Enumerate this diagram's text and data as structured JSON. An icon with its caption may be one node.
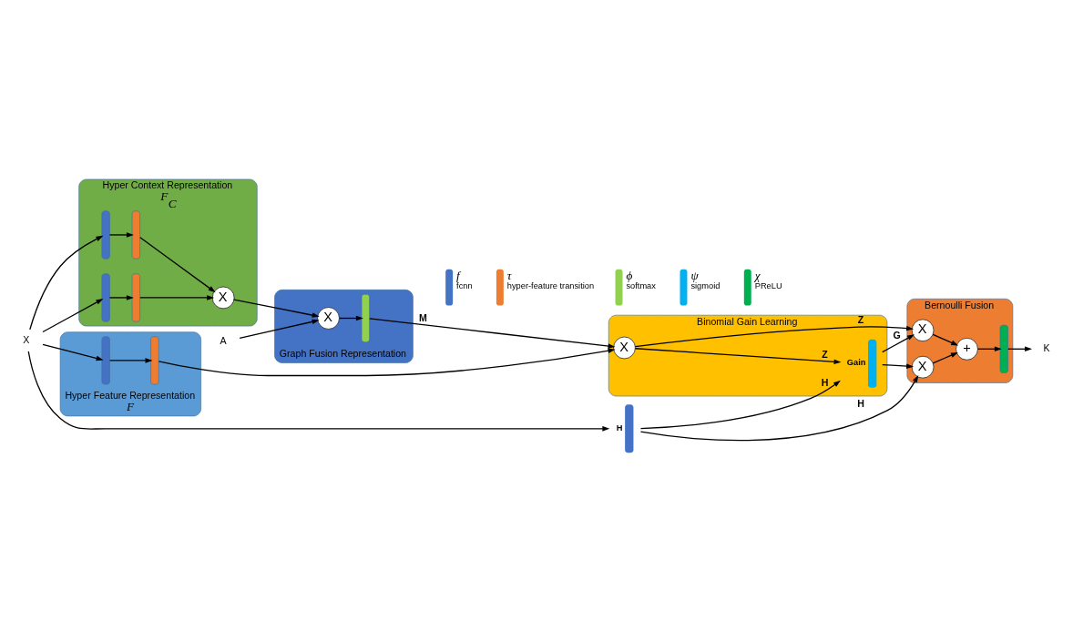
{
  "diagram": {
    "nodes": [
      {
        "text": [
          "Hyper Context Representation",
          "F$_{C}$"
        ]
      },
      {
        "text": [],
        "shape": "bar",
        "in": 0
      },
      {
        "text": [],
        "shape": "bar",
        "in": 0
      },
      {
        "text": [],
        "shape": "bar",
        "in": 0
      },
      {
        "text": [],
        "shape": "bar",
        "in": 0
      },
      {
        "text": [
          "X"
        ],
        "in": 0
      },
      {
        "text": [
          "Graph Fusion Representation"
        ]
      },
      {
        "text": [
          "X"
        ],
        "in": 6
      },
      {
        "text": [],
        "shape": "bar",
        "in": 6
      },
      {
        "text": [
          "A"
        ]
      },
      {
        "text": [
          "Hyper Feature Representation",
          "F"
        ]
      },
      {
        "text": [],
        "shape": "bar",
        "in": 10
      },
      {
        "text": [],
        "shape": "bar",
        "in": 10
      },
      {
        "text": [
          "X"
        ]
      },
      {
        "text": [],
        "shape": "bar",
        "beside": [
          "H"
        ]
      },
      {
        "text": [
          "Binomial Gain Learning"
        ]
      },
      {
        "text": [
          "X"
        ],
        "in": 15
      },
      {
        "text": [],
        "shape": "bar",
        "in": 15,
        "beside": [
          "Gain"
        ]
      },
      {
        "text": [
          "Bernoulli Fusion"
        ]
      },
      {
        "text": [
          "X"
        ],
        "in": 18
      },
      {
        "text": [
          "X"
        ],
        "in": 18
      },
      {
        "text": [
          "+"
        ],
        "in": 18
      },
      {
        "text": [],
        "shape": "bar",
        "in": 18
      },
      {
        "text": [
          "K"
        ]
      }
    ],
    "edges": [
      {
        "from": 13,
        "to": 1,
        "arrow": "to"
      },
      {
        "from": 13,
        "to": 3,
        "arrow": "to"
      },
      {
        "from": 13,
        "to": 11,
        "arrow": "to"
      },
      {
        "from": 13,
        "to": 14,
        "arrow": "to"
      },
      {
        "from": 1,
        "to": 2,
        "arrow": "to"
      },
      {
        "from": 3,
        "to": 4,
        "arrow": "to"
      },
      {
        "from": 2,
        "to": 5,
        "arrow": "to"
      },
      {
        "from": 4,
        "to": 5,
        "arrow": "to"
      },
      {
        "from": 5,
        "to": 7,
        "arrow": "to"
      },
      {
        "from": 9,
        "to": 7,
        "arrow": "to"
      },
      {
        "from": 7,
        "to": 8,
        "arrow": "to"
      },
      {
        "from": 11,
        "to": 12,
        "arrow": "to"
      },
      {
        "from": 8,
        "to": 16,
        "arrow": "to",
        "label": "M"
      },
      {
        "from": 12,
        "to": 16,
        "arrow": "to"
      },
      {
        "from": 16,
        "to": 17,
        "arrow": "to",
        "label": "Z"
      },
      {
        "from": 16,
        "to": 19,
        "arrow": "to",
        "label": "Z"
      },
      {
        "from": 14,
        "to": 17,
        "arrow": "to",
        "label": "H"
      },
      {
        "from": 14,
        "to": 20,
        "arrow": "to",
        "label": "H"
      },
      {
        "from": 17,
        "to": 19,
        "arrow": "to",
        "label": "G"
      },
      {
        "from": 17,
        "to": 20,
        "arrow": "to"
      },
      {
        "from": 19,
        "to": 21,
        "arrow": "to"
      },
      {
        "from": 20,
        "to": 21,
        "arrow": "to"
      },
      {
        "from": 21,
        "to": 22,
        "arrow": "to"
      },
      {
        "from": 22,
        "to": 23,
        "arrow": "to"
      }
    ],
    "labels": [
      "f",
      "τ",
      "ϕ",
      "ψ",
      "χ"
    ],
    "legend": [
      {
        "text": "fcnn",
        "color": "#4472c4"
      },
      {
        "text": "hyper-feature transition",
        "color": "#ed7d31"
      },
      {
        "text": "softmax",
        "color": "#92d050"
      },
      {
        "text": "sigmoid",
        "color": "#00b0f0"
      },
      {
        "text": "PReLU",
        "color": "#00b050"
      }
    ]
  }
}
